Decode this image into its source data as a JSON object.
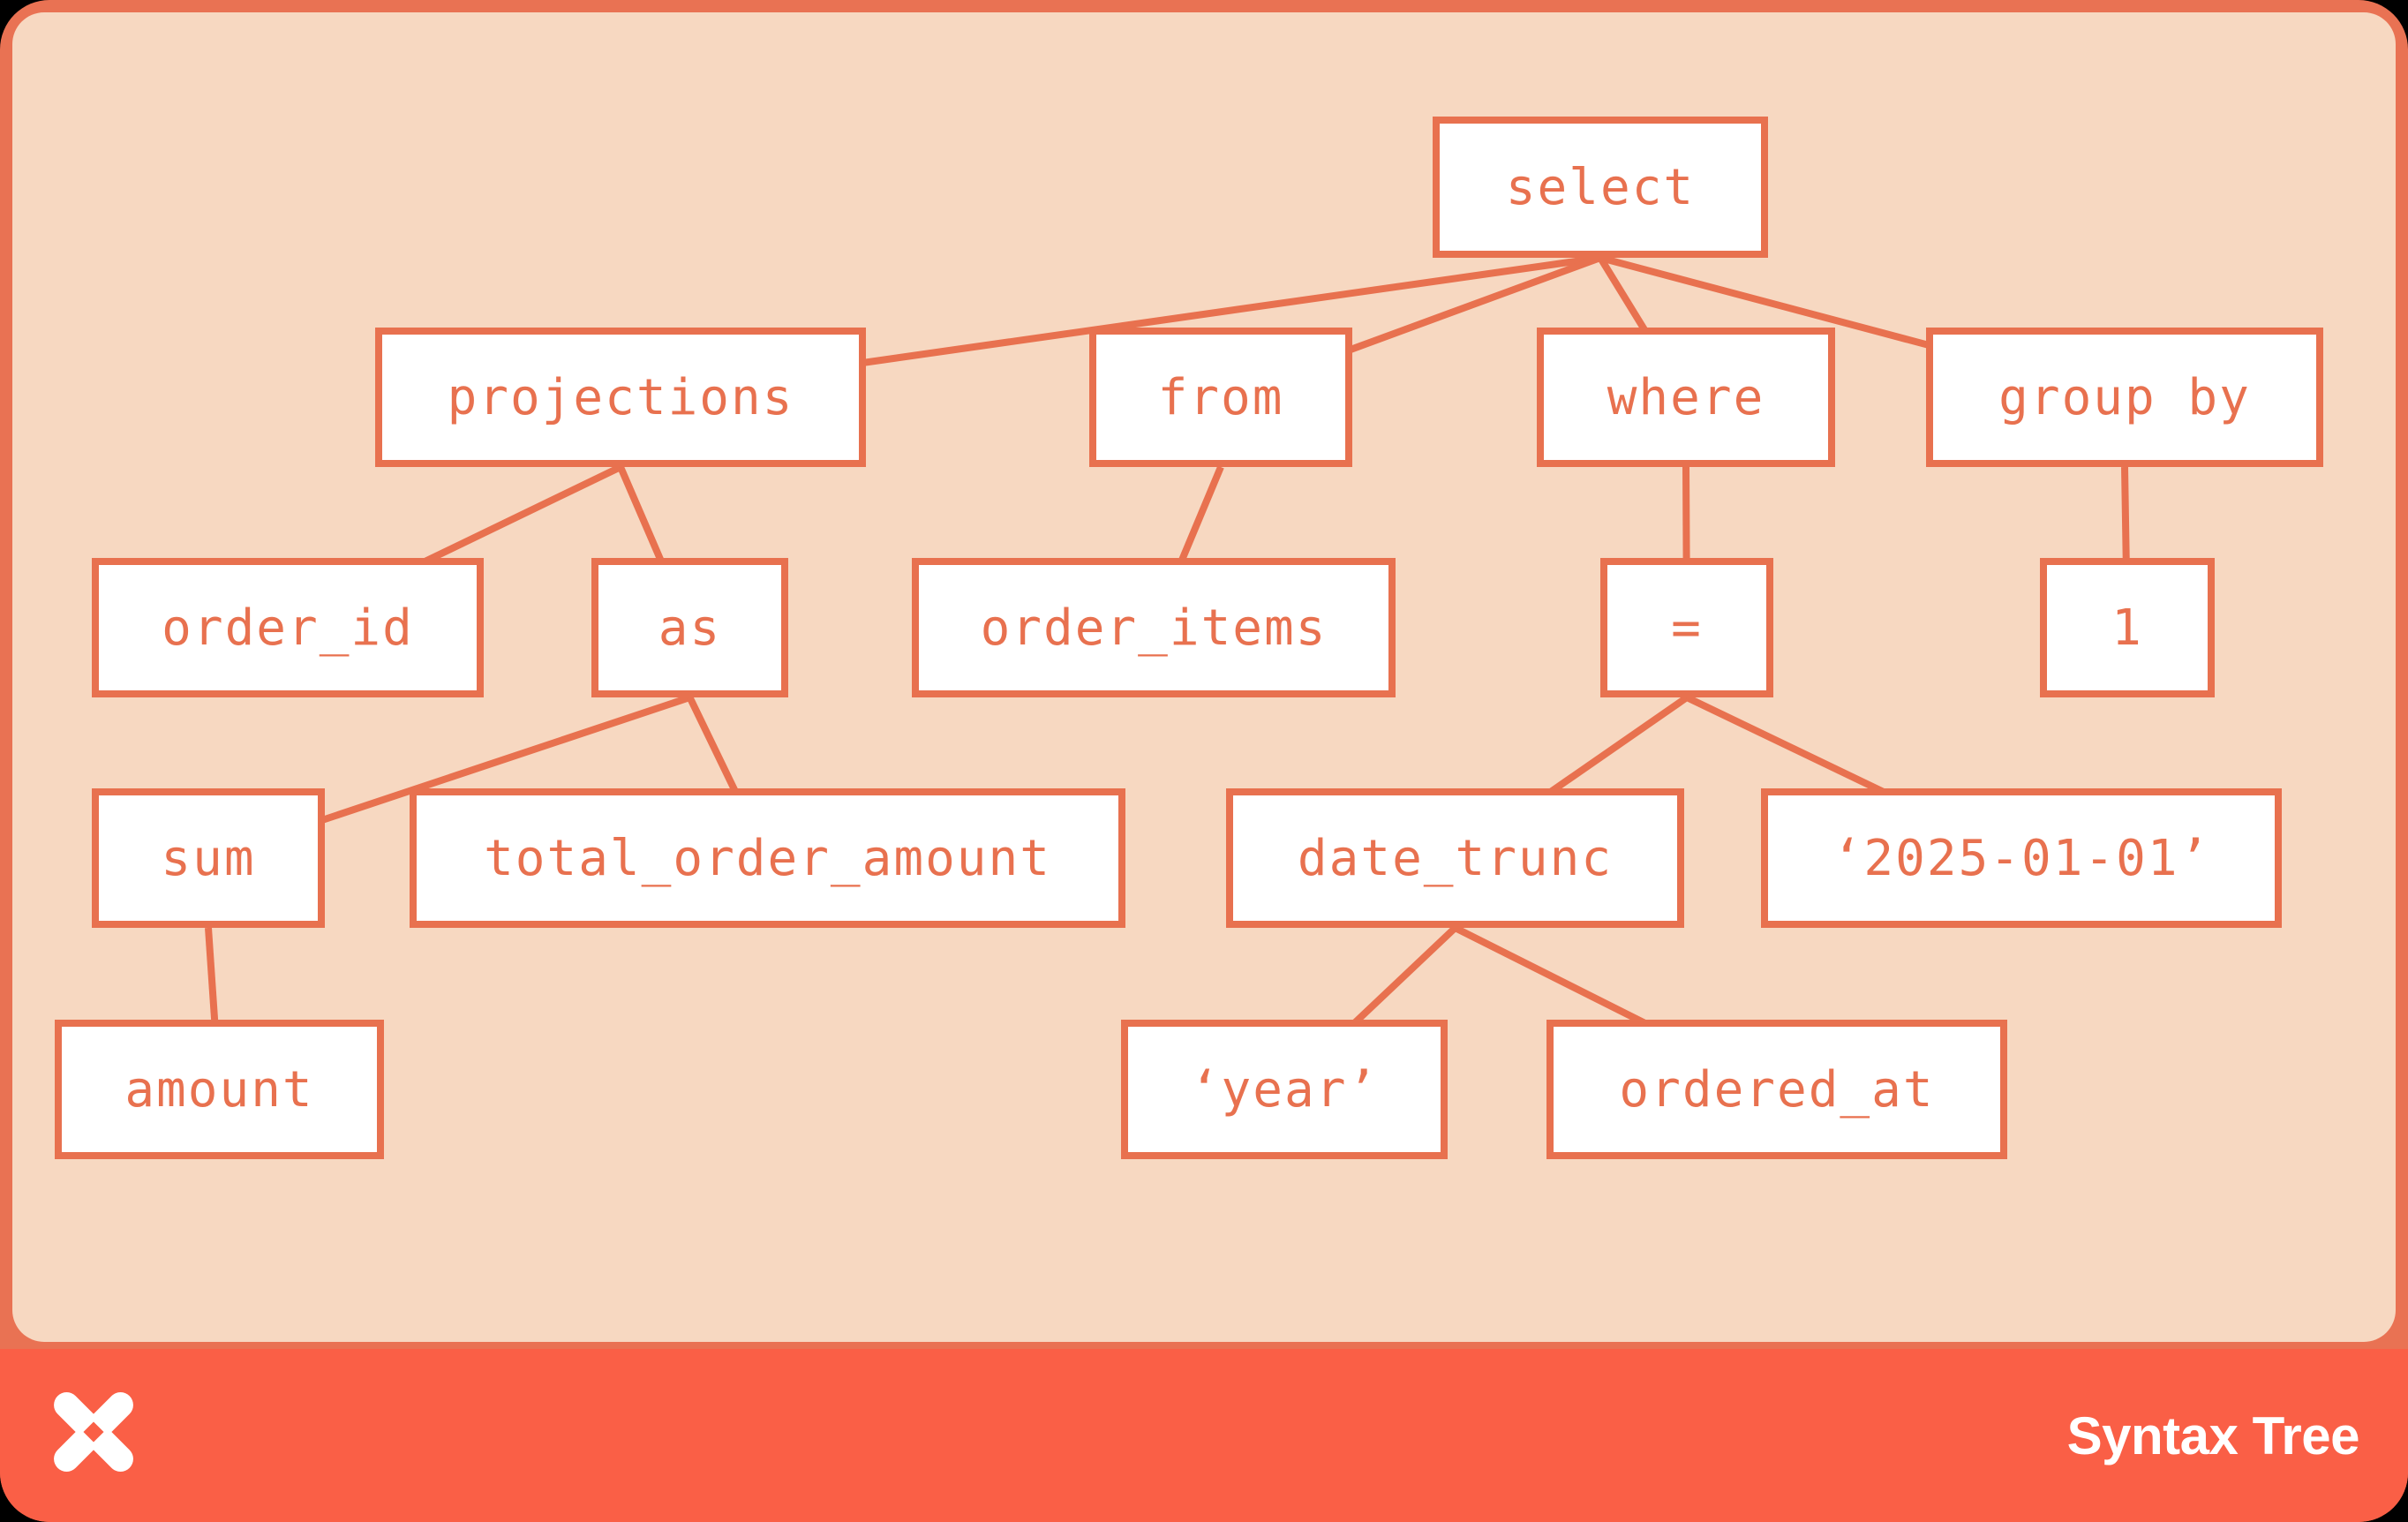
{
  "tree": {
    "nodes": [
      {
        "id": "select",
        "label": "select",
        "parent": null
      },
      {
        "id": "projections",
        "label": "projections",
        "parent": "select"
      },
      {
        "id": "from",
        "label": "from",
        "parent": "select"
      },
      {
        "id": "where",
        "label": "where",
        "parent": "select"
      },
      {
        "id": "group_by",
        "label": "group by",
        "parent": "select"
      },
      {
        "id": "order_id",
        "label": "order_id",
        "parent": "projections"
      },
      {
        "id": "as",
        "label": "as",
        "parent": "projections"
      },
      {
        "id": "order_items",
        "label": "order_items",
        "parent": "from"
      },
      {
        "id": "eq",
        "label": "=",
        "parent": "where"
      },
      {
        "id": "one",
        "label": "1",
        "parent": "group_by"
      },
      {
        "id": "sum",
        "label": "sum",
        "parent": "as"
      },
      {
        "id": "total_order_amount",
        "label": "total_order_amount",
        "parent": "as"
      },
      {
        "id": "date_trunc",
        "label": "date_trunc",
        "parent": "eq"
      },
      {
        "id": "date_literal",
        "label": "‘2025-01-01’",
        "parent": "eq"
      },
      {
        "id": "amount",
        "label": "amount",
        "parent": "sum"
      },
      {
        "id": "year_literal",
        "label": "‘year’",
        "parent": "date_trunc"
      },
      {
        "id": "ordered_at",
        "label": "ordered_at",
        "parent": "date_trunc"
      }
    ]
  },
  "footer": {
    "title": "Syntax Tree",
    "logo": "dbt-logo"
  },
  "colors": {
    "frame": "#E97253",
    "footer_bar": "#FA5F46",
    "panel": "#F7D8C1",
    "node_border": "#E8714F",
    "node_text": "#E8714F",
    "node_fill": "#FFFFFF",
    "title_text": "#FFFFFF"
  }
}
